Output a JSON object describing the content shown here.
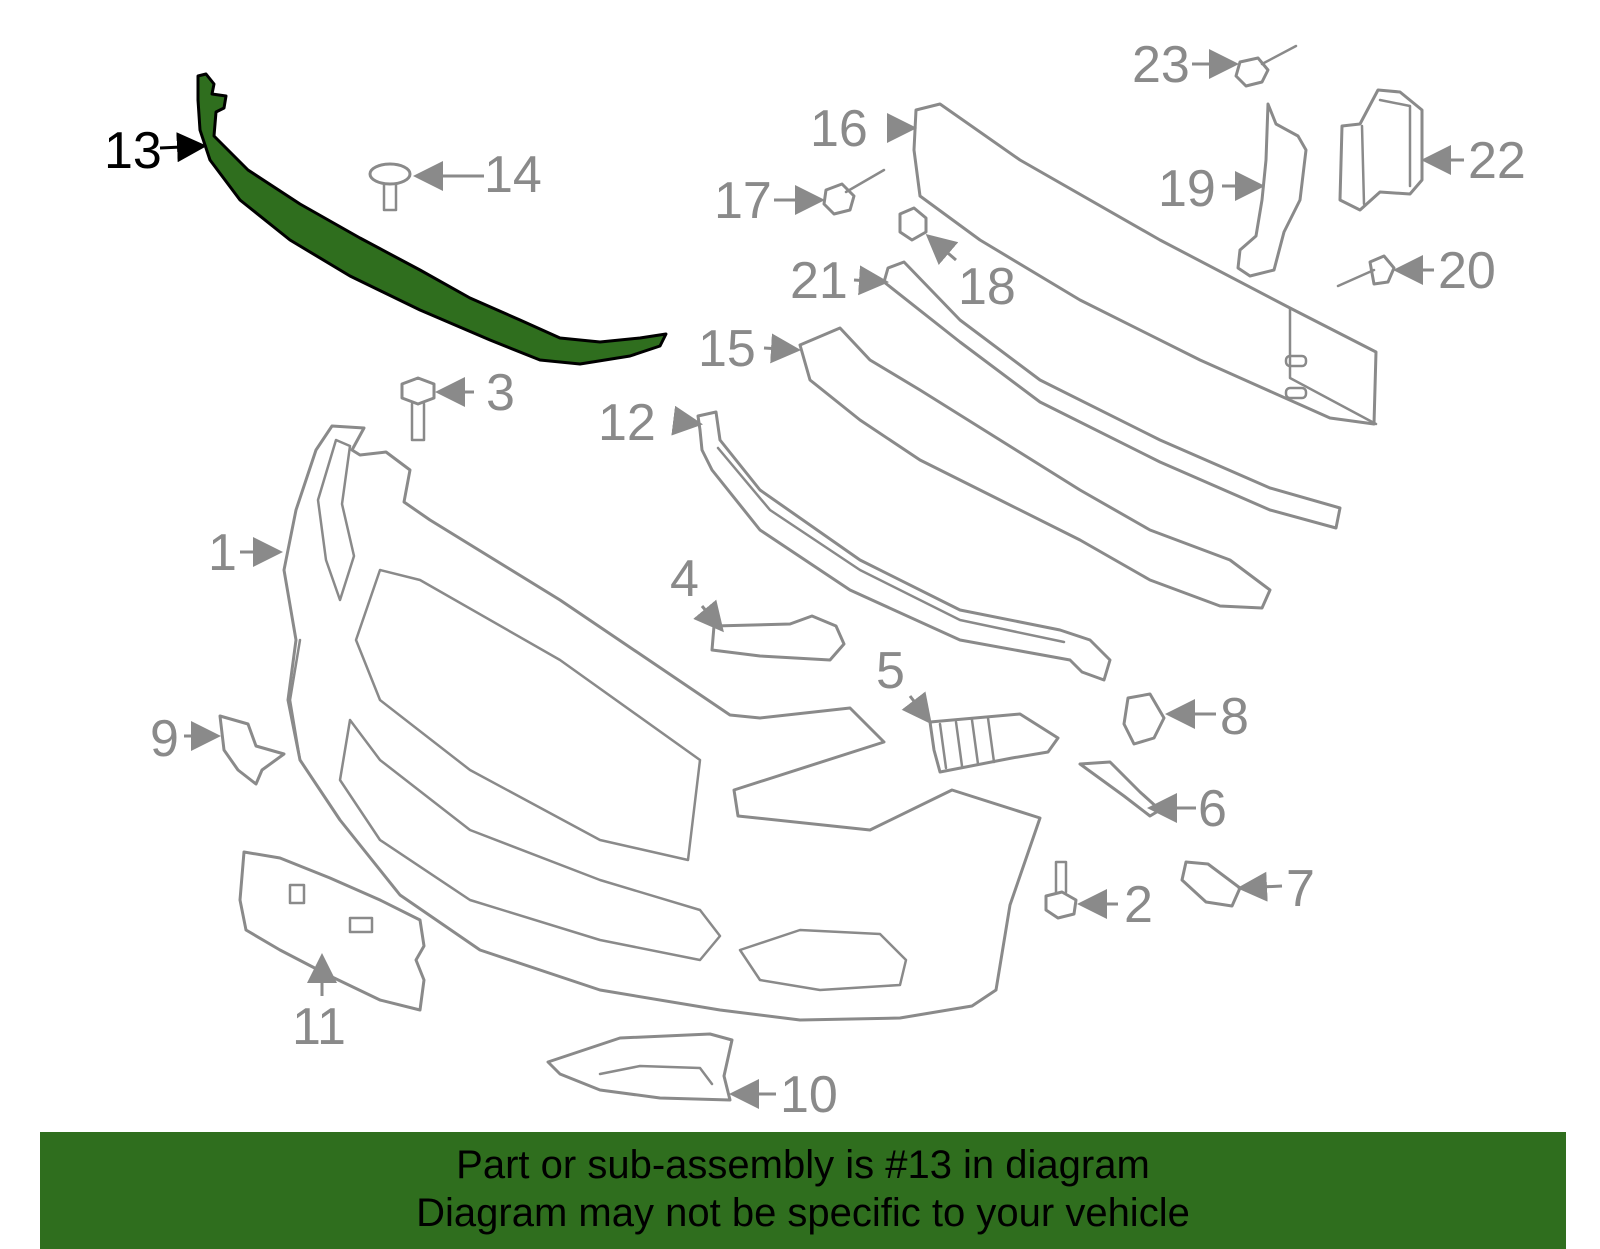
{
  "diagram": {
    "highlighted_part": "13",
    "callouts": [
      "1",
      "2",
      "3",
      "4",
      "5",
      "6",
      "7",
      "8",
      "9",
      "10",
      "11",
      "12",
      "13",
      "14",
      "15",
      "16",
      "17",
      "18",
      "19",
      "20",
      "21",
      "22",
      "23"
    ]
  },
  "footer": {
    "line1": "Part or sub-assembly is #13 in diagram",
    "line2": "Diagram may not be specific to your vehicle"
  },
  "colors": {
    "highlight": "#2f6e1e",
    "line_art": "#8a8a8a",
    "highlight_label": "#000000"
  }
}
